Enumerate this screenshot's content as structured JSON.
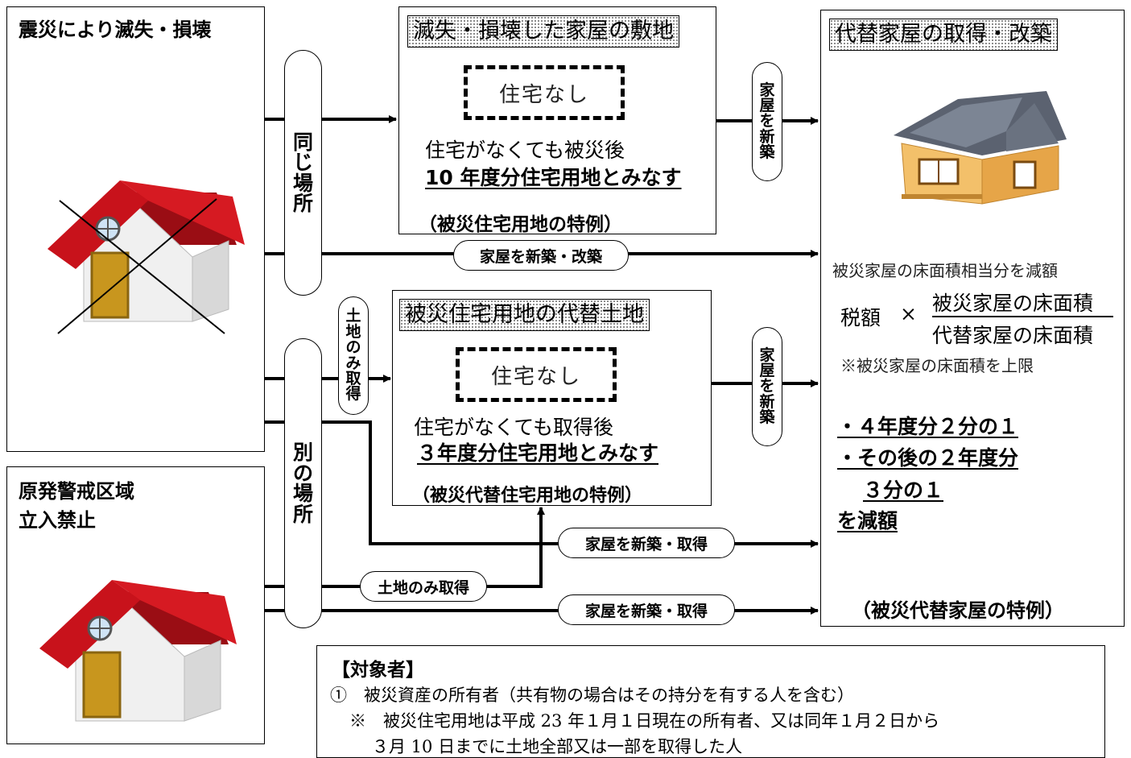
{
  "left": {
    "disaster_label": "震災により滅失・損壊",
    "nuclear_label_1": "原発警戒区域",
    "nuclear_label_2": "立入禁止"
  },
  "pills": {
    "same_place": [
      "同",
      "じ",
      "場",
      "所"
    ],
    "other_place": [
      "別",
      "の",
      "場",
      "所"
    ],
    "land_only_vertical": [
      "土",
      "地",
      "の",
      "み",
      "取",
      "得"
    ],
    "build_new_1": [
      "家",
      "屋",
      "を",
      "新",
      "築"
    ],
    "build_new_2": [
      "家",
      "屋",
      "を",
      "新",
      "築"
    ],
    "rebuild": "家屋を新築・改築",
    "new_acquire_1": "家屋を新築・取得",
    "land_only": "土地のみ取得",
    "new_acquire_2": "家屋を新築・取得"
  },
  "site_box": {
    "title": "滅失・損壊した家屋の敷地",
    "no_house": "住宅なし",
    "line1": "住宅がなくても被災後",
    "line2": "10 年度分住宅用地とみなす",
    "footer": "（被災住宅用地の特例）"
  },
  "alt_land_box": {
    "title": "被災住宅用地の代替土地",
    "no_house": "住宅なし",
    "line1": "住宅がなくても取得後",
    "line2": "３年度分住宅用地とみなす",
    "footer": "（被災代替住宅用地の特例）"
  },
  "right_box": {
    "title": "代替家屋の取得・改築",
    "reduce_text": "被災家屋の床面積相当分を減額",
    "tax_label": "税額",
    "times": "×",
    "numerator": "被災家屋の床面積",
    "denominator": "代替家屋の床面積",
    "cap_note": "※被災家屋の床面積を上限",
    "item1": "・４年度分２分の１",
    "item2": "・その後の２年度分",
    "item3": "３分の１",
    "item4": "を減額",
    "footer": "（被災代替家屋の特例）"
  },
  "target_box": {
    "heading": "【対象者】",
    "line1": "①　被災資産の所有者（共有物の場合はその持分を有する人を含む）",
    "line2": "※　被災住宅用地は平成 23 年１月１日現在の所有者、又は同年１月２日から",
    "line3": "３月 10 日までに土地全部又は一部を取得した人"
  },
  "colors": {
    "roof_red": "#c8121b",
    "roof_dark": "#8f0c12",
    "wall": "#f2f2f2",
    "door": "#c8961e",
    "new_roof": "#6f7784",
    "new_wall": "#f1b95a"
  }
}
